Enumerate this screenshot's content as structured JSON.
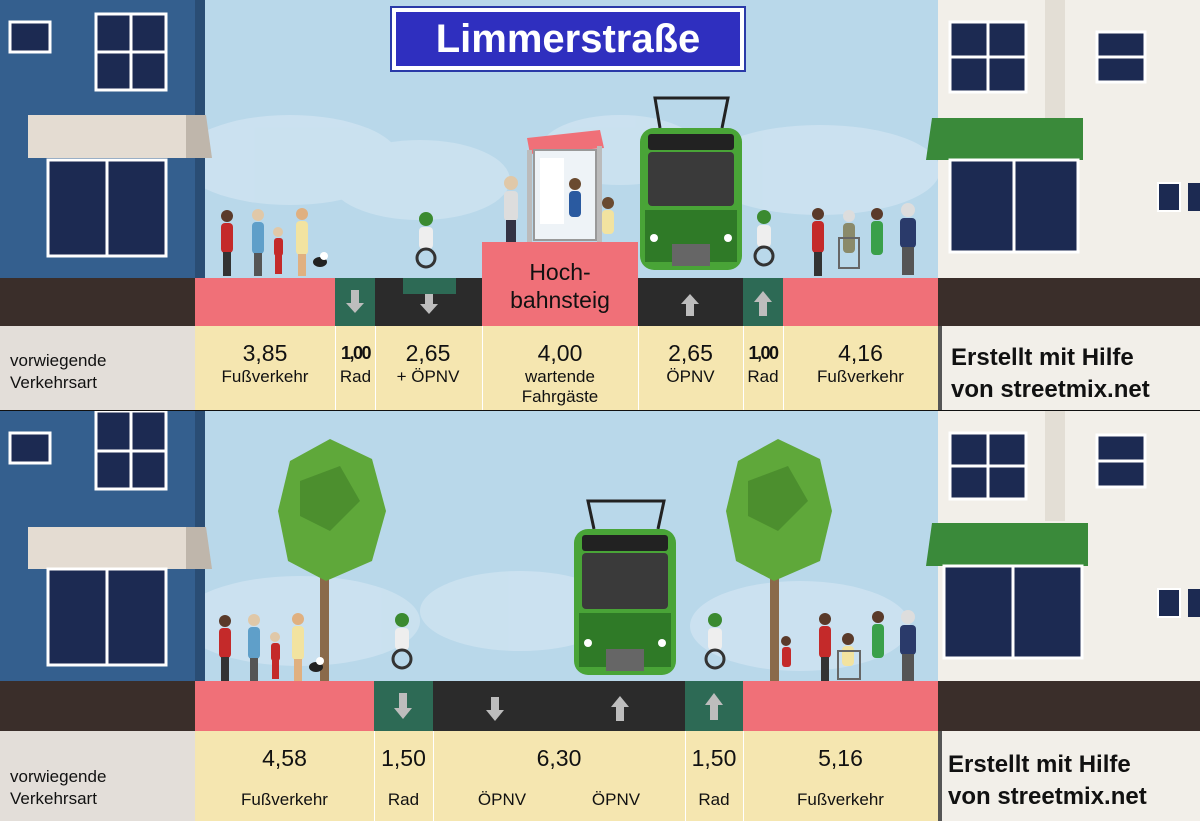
{
  "title": "Limmerstraße",
  "colors": {
    "sky": "#b9d8ea",
    "sidewalk": "#f07078",
    "bike_lane": "#2d6a55",
    "road": "#2b2b2b",
    "label_bg": "#f5e6b0",
    "house_left": "#345f8e",
    "house_right": "#f2efe9",
    "awning_green": "#3a8a3a",
    "tram_green": "#49a437",
    "title_sign": "#2f2fbf"
  },
  "top": {
    "row_label": [
      "vorwiegende",
      "Verkehrsart"
    ],
    "platform_label": [
      "Hoch-",
      "bahnsteig"
    ],
    "segments": [
      {
        "width": "3,85",
        "use": [
          "Fußverkehr"
        ]
      },
      {
        "width": "1,00",
        "use": [
          "Rad"
        ]
      },
      {
        "width": "2,65",
        "use": [
          "+ ÖPNV"
        ]
      },
      {
        "width": "4,00",
        "use": [
          "wartende",
          "Fahrgäste"
        ]
      },
      {
        "width": "2,65",
        "use": [
          "ÖPNV"
        ]
      },
      {
        "width": "1,00",
        "use": [
          "Rad"
        ]
      },
      {
        "width": "4,16",
        "use": [
          "Fußverkehr"
        ]
      }
    ],
    "credit": [
      "Erstellt mit Hilfe",
      "von streetmix.net"
    ]
  },
  "bottom": {
    "row_label": [
      "vorwiegende",
      "Verkehrsart"
    ],
    "segments": [
      {
        "width": "4,58",
        "use": "Fußverkehr"
      },
      {
        "width": "1,50",
        "use": "Rad"
      },
      {
        "width": "6,30",
        "use": "ÖPNV",
        "use2": "ÖPNV"
      },
      {
        "width": "1,50",
        "use": "Rad"
      },
      {
        "width": "5,16",
        "use": "Fußverkehr"
      }
    ],
    "credit": [
      "Erstellt mit Hilfe",
      "von streetmix.net"
    ]
  }
}
